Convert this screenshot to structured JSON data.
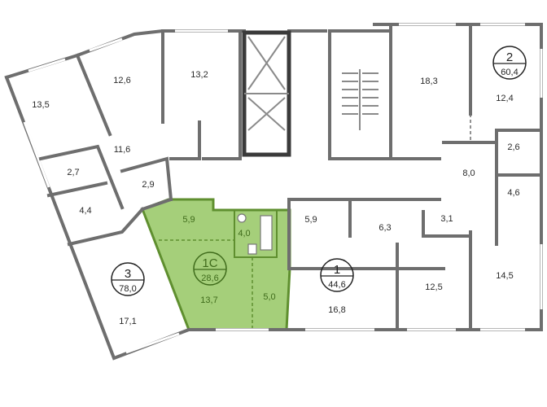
{
  "plan": {
    "highlight_color": "#a5cf7a",
    "units": [
      {
        "id": "1С",
        "area": "28,6",
        "selected": true
      },
      {
        "id": "1",
        "area": "44,6"
      },
      {
        "id": "2",
        "area": "60,4"
      },
      {
        "id": "3",
        "area": "78,0"
      }
    ],
    "rooms": {
      "r13_5": "13,5",
      "r12_6": "12,6",
      "r13_2": "13,2",
      "r11_6": "11,6",
      "r2_7": "2,7",
      "r4_4": "4,4",
      "r2_9": "2,9",
      "r17_1": "17,1",
      "r5_9a": "5,9",
      "r4_0": "4,0",
      "r13_7": "13,7",
      "r5_0": "5,0",
      "r5_9b": "5,9",
      "r6_3": "6,3",
      "r3_1": "3,1",
      "r16_8": "16,8",
      "r12_5": "12,5",
      "r14_5": "14,5",
      "r18_3": "18,3",
      "r12_4": "12,4",
      "r8_0": "8,0",
      "r2_6": "2,6",
      "r4_6": "4,6"
    }
  }
}
